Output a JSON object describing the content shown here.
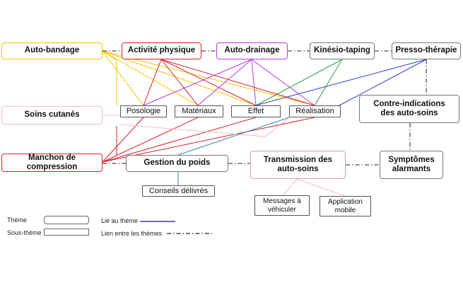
{
  "themes": {
    "auto_bandage": {
      "label": "Auto-bandage",
      "color": "#F5C400"
    },
    "activite": {
      "label": "Activité physique",
      "color": "#D9202A"
    },
    "auto_drainage": {
      "label": "Auto-drainage",
      "color": "#B43ADB"
    },
    "kinesio": {
      "label": "Kinésio-taping",
      "color": "#777777"
    },
    "presso": {
      "label": "Presso-thérapie",
      "color": "#777777"
    },
    "soins_cutanes": {
      "label": "Soins cutanés",
      "color": "#F2B9C8"
    },
    "contre_ind": {
      "label": "Contre-indications des auto-soins",
      "color": "#777777"
    },
    "manchon": {
      "label": "Manchon de compression",
      "color": "#D9202A"
    },
    "gestion_poids": {
      "label": "Gestion du poids",
      "color": "#777777"
    },
    "transmission": {
      "label": "Transmission des auto-soins",
      "color": "#D2A0B4"
    },
    "symptomes": {
      "label": "Symptômes alarmants",
      "color": "#777777"
    }
  },
  "subthemes": {
    "posologie": {
      "label": "Posologie"
    },
    "materiaux": {
      "label": "Matériaux"
    },
    "effet": {
      "label": "Effet"
    },
    "realisation": {
      "label": "Réalisation"
    },
    "conseils": {
      "label": "Conseils délivrés"
    },
    "messages": {
      "label": "Messages à véhiculer"
    },
    "application": {
      "label": "Application mobile"
    }
  },
  "legend": {
    "theme_label": "Thème",
    "subtheme_label": "Sous-thème",
    "linked_label": "Lié au thème",
    "between_label": "Lien entre les thèmes"
  },
  "colors": {
    "yellow": "#F5C400",
    "red": "#D9202A",
    "purple": "#B43ADB",
    "green": "#2E9E3A",
    "blue": "#2B3FCC",
    "teal": "#3B7FB5",
    "pink": "#F2B9C8",
    "dashdot": "#222222"
  }
}
